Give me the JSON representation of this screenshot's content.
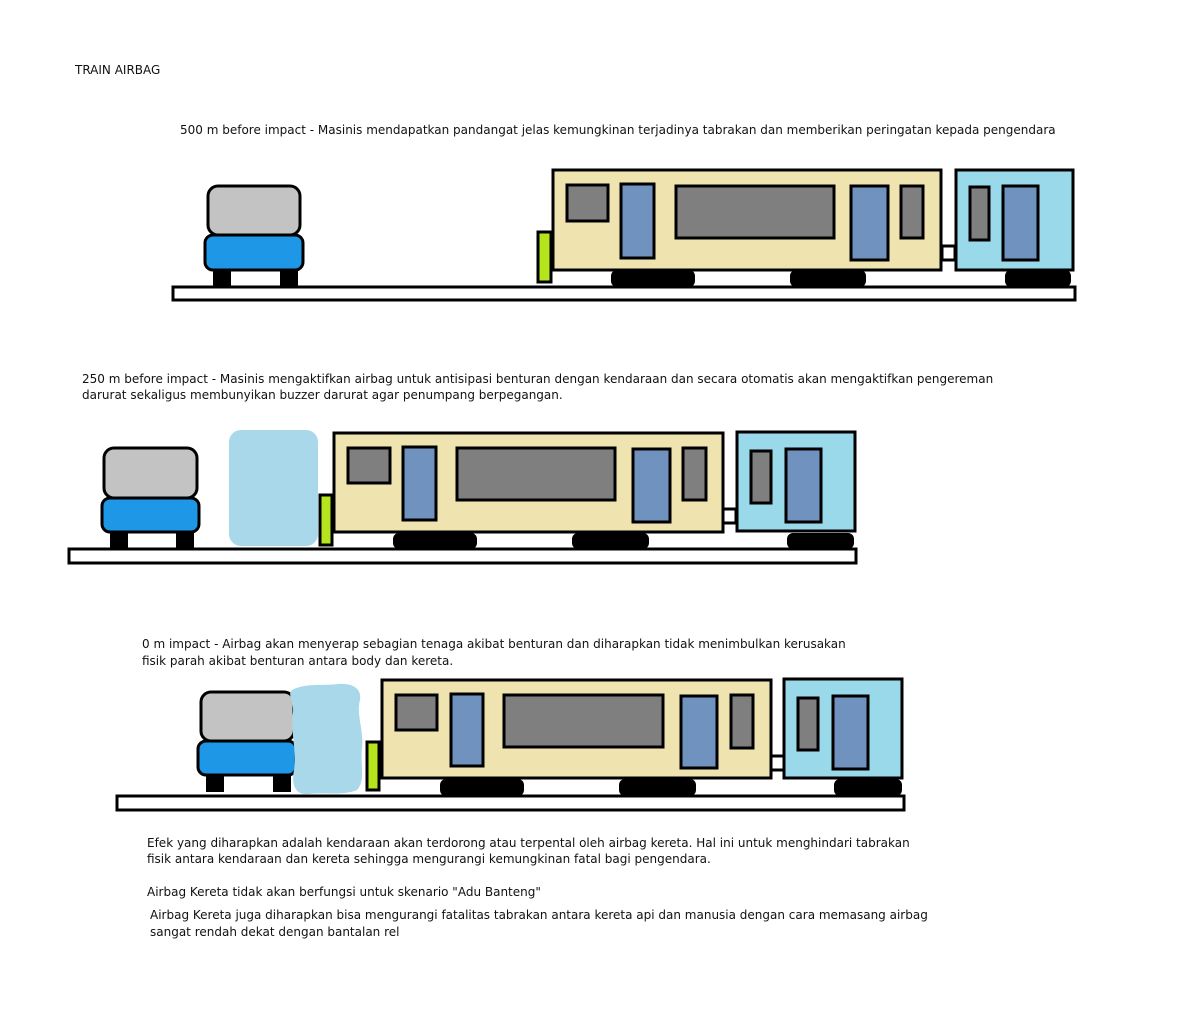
{
  "title": "TRAIN AIRBAG",
  "panels": [
    {
      "caption": [
        "500 m before impact - Masinis mendapatkan pandangat jelas kemungkinan terjadinya tabrakan dan memberikan peringatan kepada pengendara"
      ]
    },
    {
      "caption": [
        "250 m before impact - Masinis mengaktifkan airbag untuk antisipasi benturan dengan kendaraan dan secara otomatis akan mengaktifkan pengereman",
        "darurat sekaligus membunyikan buzzer darurat agar penumpang berpegangan."
      ]
    },
    {
      "caption": [
        "0 m impact - Airbag akan menyerap sebagian tenaga akibat benturan dan diharapkan tidak menimbulkan kerusakan",
        "fisik parah akibat benturan antara body dan kereta."
      ]
    }
  ],
  "notes": {
    "effect": [
      "Efek yang diharapkan adalah kendaraan akan terdorong atau terpental oleh airbag kereta. Hal ini untuk menghindari tabrakan",
      "fisik antara kendaraan dan kereta sehingga mengurangi kemungkinan fatal bagi pengendara."
    ],
    "no_head_on": "Airbag Kereta tidak akan berfungsi untuk skenario \"Adu Banteng\"",
    "pedestrian": [
      "Airbag Kereta juga diharapkan bisa mengurangi fatalitas tabrakan antara kereta api dan manusia dengan cara memasang airbag",
      "sangat rendah dekat dengan bantalan rel"
    ]
  },
  "colors": {
    "car_roof": "#c3c3c3",
    "car_body": "#1e98e6",
    "train_car": "#efe4b0",
    "train_loco": "#99d9ea",
    "window_grey": "#7f7f7f",
    "door_blue": "#7092be",
    "bumper_green": "#b5e61d",
    "airbag": "#a8d8ea",
    "outline": "#000000"
  }
}
